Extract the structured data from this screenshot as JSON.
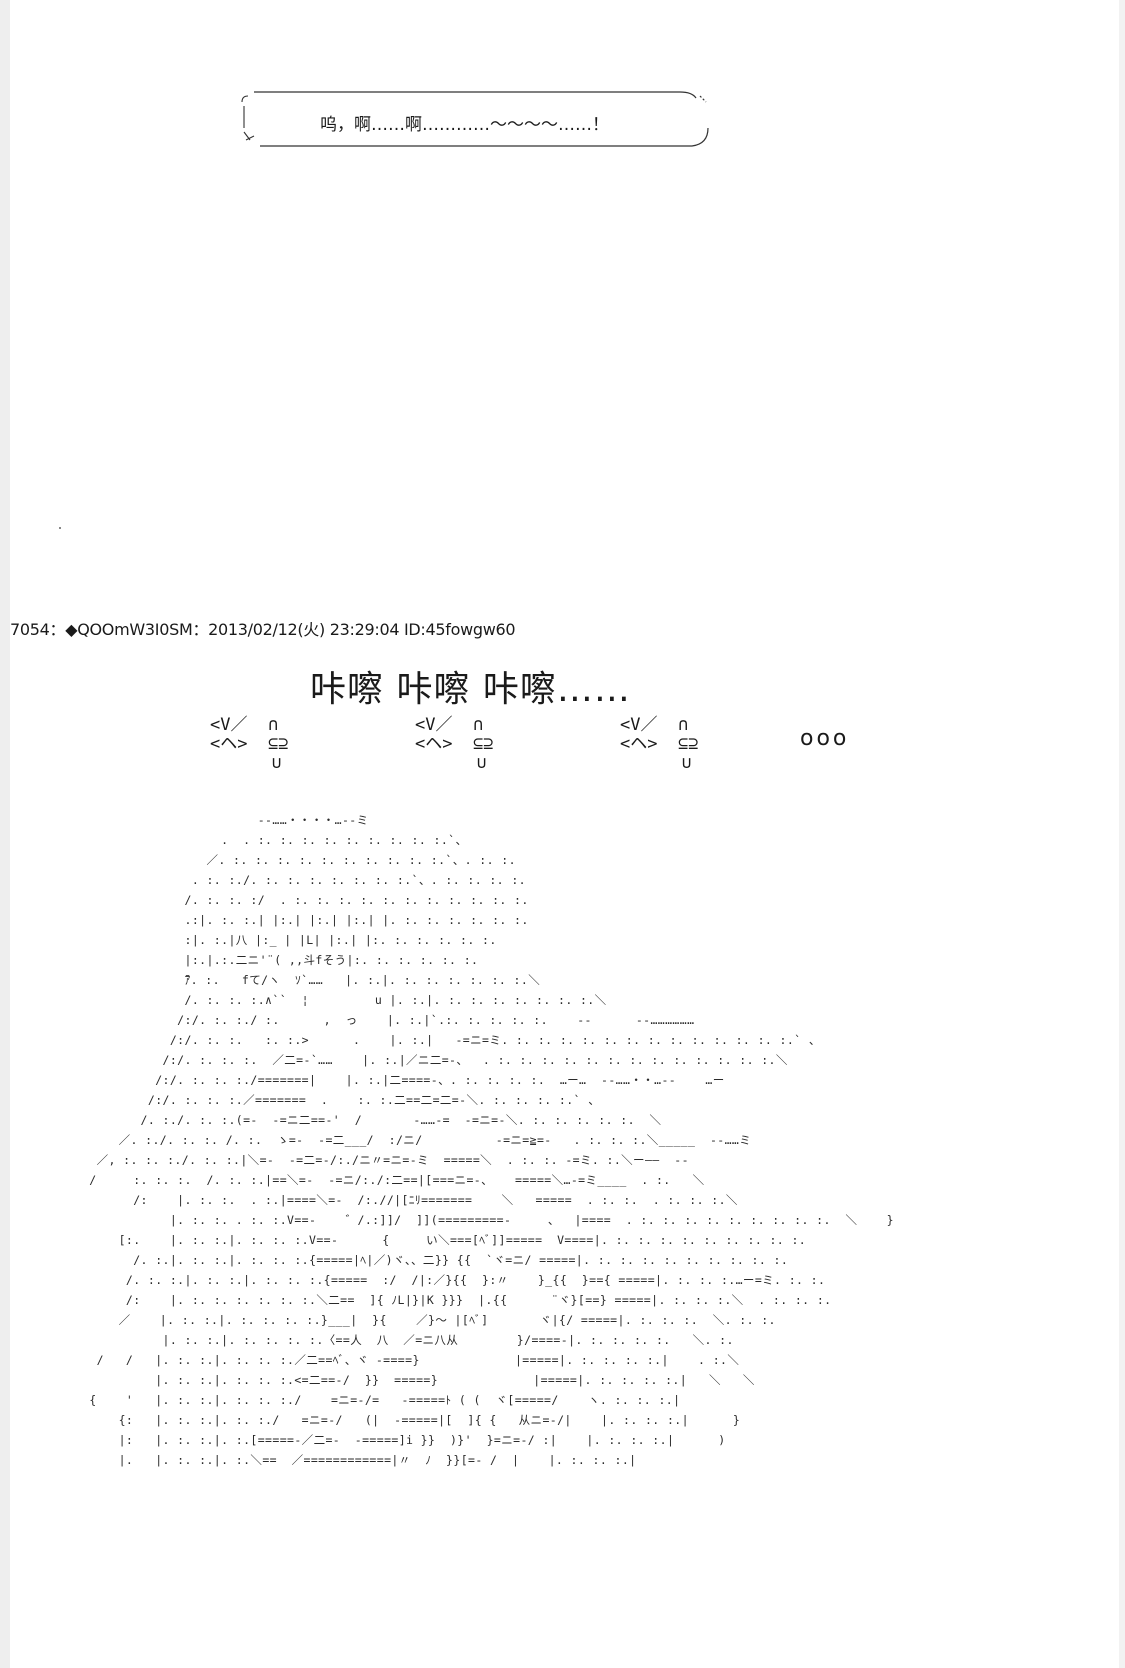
{
  "bubble": {
    "text": "呜，啊……啊…………〜〜〜〜……！"
  },
  "post": {
    "header": "7054：◆QOOmW3I0SM：2013/02/12(火) 23:29:04 ID:45fowgw60"
  },
  "sfx": {
    "title": "咔嚓  咔嚓  咔嚓……",
    "groups": [
      "<V／  ∩\n<ヘ>  ⊆⊇\n      ∪",
      "<V／  ∩\n<ヘ>  ⊆⊇\n      ∪",
      "<V／  ∩\n<ヘ>  ⊆⊇\n      ∪"
    ],
    "trailing_dots": "ooo"
  },
  "art": {
    "lines": [
      "                           --……・・・・…--ミ",
      "                      .  . :. :. :. :. :. :. :. :. :.`、",
      "                    ／. :. :. :. :. :. :. :. :. :. :.`、. :. :.",
      "                  . :. :./. :. :. :. :. :. :. :.`、. :. :. :. :.",
      "                 /. :. :. :/  . :. :. :. :. :. :. :. :. :. :. :.",
      "                 .:|. :. :.| |:.| |:.| |:.| |. :. :. :. :. :. :.",
      "                 :|. :.|八 |:_ | |L| |:.| |:. :. :. :. :. :.",
      "                 |:.|.:.二ニ'¨( ,,斗fそう|:. :. :. :. :. :.",
      "                 ̄ｱ. :.   fて/ヽ  ｿ`……   |. :.|. :. :. :. :. :. :.＼",
      "                 /. :. :. :.∧``  ¦         u |. :.|. :. :. :. :. :. :. :.＼",
      "                /:/. :. :./ :.      ,  っ    |. :.|`.:. :. :. :. :.    --      --………………",
      "               /:/. :. :.   :. :.>      .    |. :.|   -=ニ=ミ. :. :. :. :. :. :. :. :. :. :. :. :. :.` 、",
      "              /:/. :. :. :.  ／二=-`……    |. :.|／ニ二=-、  . :. :. :. :. :. :. :. :. :. :. :. :. :.＼",
      "             /:/. :. :. :./=======|    |. :.|二====-、. :. :. :. :.  …ー…  --……・・…--    …ー",
      "            /:/. :. :. :.／=======  .    :. :.二==二=二=-＼. :. :. :. :.` 、",
      "           /. :./. :. :.(=-  -=ニ二==-'  /       -……-=  -=ニ=-＼. :. :. :. :. :.  ＼",
      "        ／. :./. :. :. /. :.  ゝ=-  -=二___/  :/ニ/          -=ニ=≧=-   . :. :. :.＼_____  --……ミ",
      "     ／, :. :. :./. :. :.|＼=-  -=二=-/:./ニ〃=ニ=-ミ  =====＼  . :. :. -=ミ. :.＼ー――  --",
      "    /     :. :. :.  /. :. :.|==＼=-  -=ニ/:./:二==|[===ニ=-、   =====＼…-=ミ____  . :.   ＼",
      "          /:    |. :. :.  . :.|====＼=-  /:.//|[ﾆﾘ=======    ＼   =====  . :. :.  . :. :. :.＼",
      "               |. :. :. . :. :.V==-    ゛/.:]]/  ]](=========-     、  |====  . :. :. :. :. :. :. :. :. :.  ＼    }",
      "        [:.    |. :. :.|. :. :. :.V==-      {     い＼===[ﾍﾞ]]=====  V====|. :. :. :. :. :. :. :. :. :.",
      "          /. :.|. :. :.|. :. :. :.{=====|ﾍ|／)ヾ、、二}} {{  `ヾ=ニ/ =====|. :. :. :. :. :. :. :. :. :.",
      "         /. :. :.|. :. :.|. :. :. :.{=====  :/  /|:／}{{  }:〃    }_{{  }=={ =====|. :. :. :.…ー=ミ. :. :.",
      "         /:    |. :. :. :. :. :. :.＼二==  ]{ ﾉL|}|K }}}  |.{{      ¨ヾ}[==} =====|. :. :. :.＼  . :. :. :.",
      "        ／    |. :. :.|. :. :. :. :.}___|  }{    ／}〜 |[ﾍﾞ]       ヾ|{/ =====|. :. :. :.  ＼. :. :.",
      "              |. :. :.|. :. :. :. :.〈==人  八  ／=ニ八从        }/====-|. :. :. :. :.   ＼. :.",
      "     /   /   |. :. :.|. :. :. :.／二==ﾍﾞ、ヾ -====}             |=====|. :. :. :. :.|    . :.＼",
      "             |. :. :.|. :. :. :.<=二==-/  }}  =====}             |=====|. :. :. :. :.|   ＼   ＼",
      "    {    '   |. :. :.|. :. :. :./    =ニ=-/=   -=====ﾄ ( (  ヾ[=====/    ヽ. :. :. :.|",
      "        {:   |. :. :.|. :. :./   =ニ=-/   (|  -=====|[  ]{ {   从ニ=-/|    |. :. :. :.|      }",
      "        |:   |. :. :.|. :.[=====-／二=-  -=====]i }}  )}'  }=ニ=-/ :|    |. :. :. :.|      )",
      "        |.   |. :. :.|. :.＼==  ／============|〃  ﾉ  }}[=- /  |    |. :. :. :.|"
    ]
  }
}
